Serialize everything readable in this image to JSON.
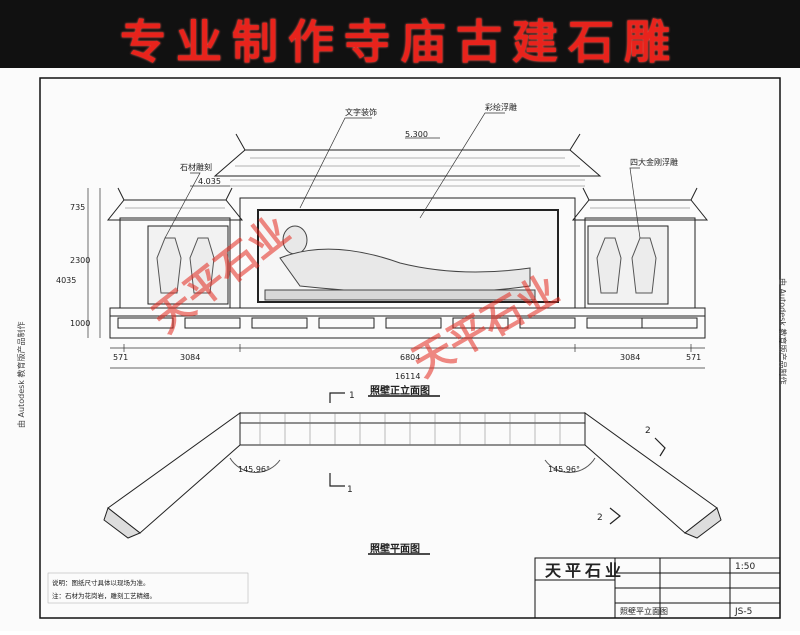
{
  "banner": {
    "title": "专业制作寺庙古建石雕"
  },
  "drawing": {
    "elevation_title": "照壁正立面图",
    "plan_title": "照壁平面图",
    "annotation_elevation": "5.300",
    "annotation_side": "4.035",
    "annotations": [
      "文字装饰",
      "彩绘浮雕",
      "四大金刚浮雕",
      "石材雕刻"
    ],
    "dims_vertical": [
      "735",
      "2300",
      "1000",
      "4035"
    ],
    "dims_horizontal": [
      "571",
      "3084",
      "6804",
      "3084",
      "571"
    ],
    "dims_total": "16114",
    "angle_left": "145.96°",
    "angle_right": "145.96°",
    "section_mark_1": "1",
    "section_mark_2": "2",
    "side_label_left": "由 Autodesk 教育版产品制作",
    "side_label_right": "由 Autodesk 教育版产品制作",
    "notes": [
      "说明：图纸尺寸具体以现场为准。",
      "注：石材为花岗岩，雕刻工艺精细。"
    ]
  },
  "title_block": {
    "company": "天平石业",
    "scale": "1:50",
    "drawing_name": "照壁平立面图",
    "sheet_no": "JS-5"
  },
  "watermarks": [
    "天平石业",
    "天平石业"
  ],
  "colors": {
    "banner_text": "#e8231c",
    "watermark": "#e4281e",
    "line": "#222222"
  }
}
